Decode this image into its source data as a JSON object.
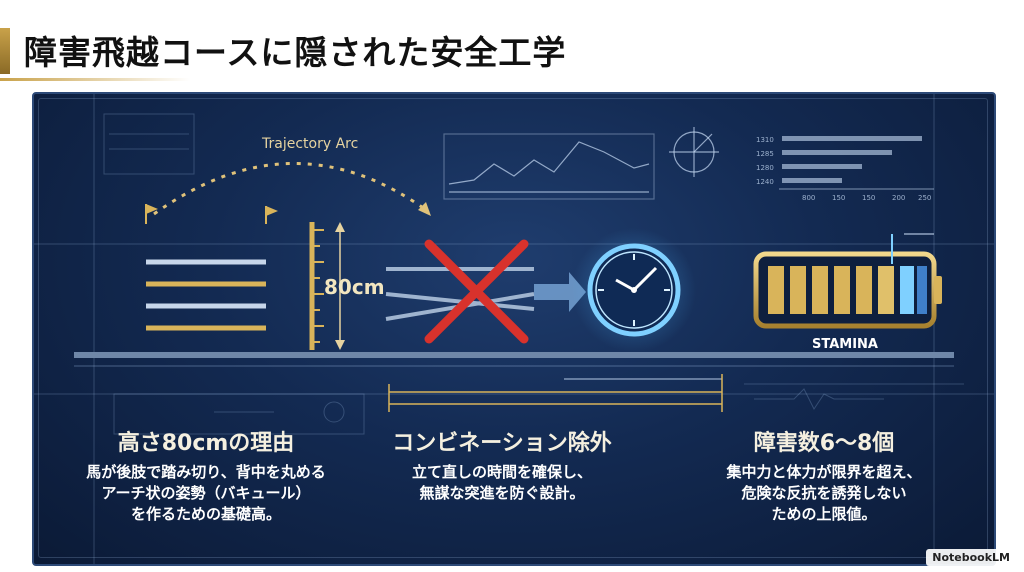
{
  "title": "障害飛越コースに隠された安全工学",
  "diagram": {
    "arc_label": "Trajectory Arc",
    "height_label": "80cm",
    "stamina_label": "STAMINA",
    "mini_chart_labels": [
      "1310",
      "1285",
      "1280",
      "1240"
    ],
    "mini_axis_labels": [
      "800",
      "150",
      "150",
      "200",
      "250"
    ]
  },
  "sections": [
    {
      "heading": "高さ80cmの理由",
      "body": "馬が後肢で踏み切り、背中を丸める\nアーチ状の姿勢（バキュール）\nを作るための基礎高。"
    },
    {
      "heading": "コンビネーション除外",
      "body": "立て直しの時間を確保し、\n無謀な突進を防ぐ設計。"
    },
    {
      "heading": "障害数6〜8個",
      "body": "集中力と体力が限界を超え、\n危険な反抗を誘発しない\nための上限値。"
    }
  ],
  "watermark": "NotebookLM",
  "colors": {
    "gold": "#d9b45a",
    "panel": "#132a52",
    "cross": "#d8322c",
    "clock": "#7fd0ff"
  }
}
